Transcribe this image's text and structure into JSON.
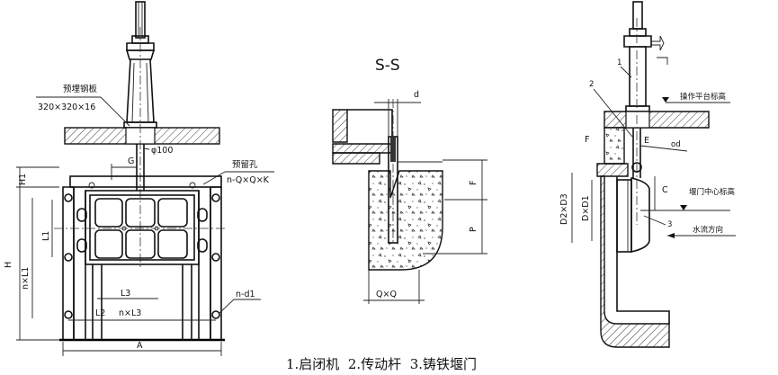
{
  "front_view": {
    "plate_label": "预埋钢板",
    "plate_size": "320×320×16",
    "dia": "φ100",
    "g": "G",
    "hole_label": "预留孔",
    "hole_spec": "n-Q×Q×K",
    "h1": "H1",
    "h": "H",
    "nl1": "n×L1",
    "l1": "L1",
    "l3": "L3",
    "l2": "L2",
    "nl3": "n×L3",
    "a": "A",
    "nd1": "n-d1"
  },
  "section_view": {
    "title": "S-S",
    "d": "d",
    "f": "F",
    "p": "P",
    "qq": "Q×Q"
  },
  "side_view": {
    "n1": "1",
    "n2": "2",
    "n3": "3",
    "platform": "操作平台标高",
    "f": "F",
    "e": "E",
    "od": "od",
    "c": "C",
    "gate_center": "堰门中心标高",
    "d2d3": "D2×D3",
    "dd1": "D×D1",
    "flow": "水流方向"
  },
  "legend": {
    "text": "1.启闭机  2.传动杆  3.铸铁堰门"
  }
}
